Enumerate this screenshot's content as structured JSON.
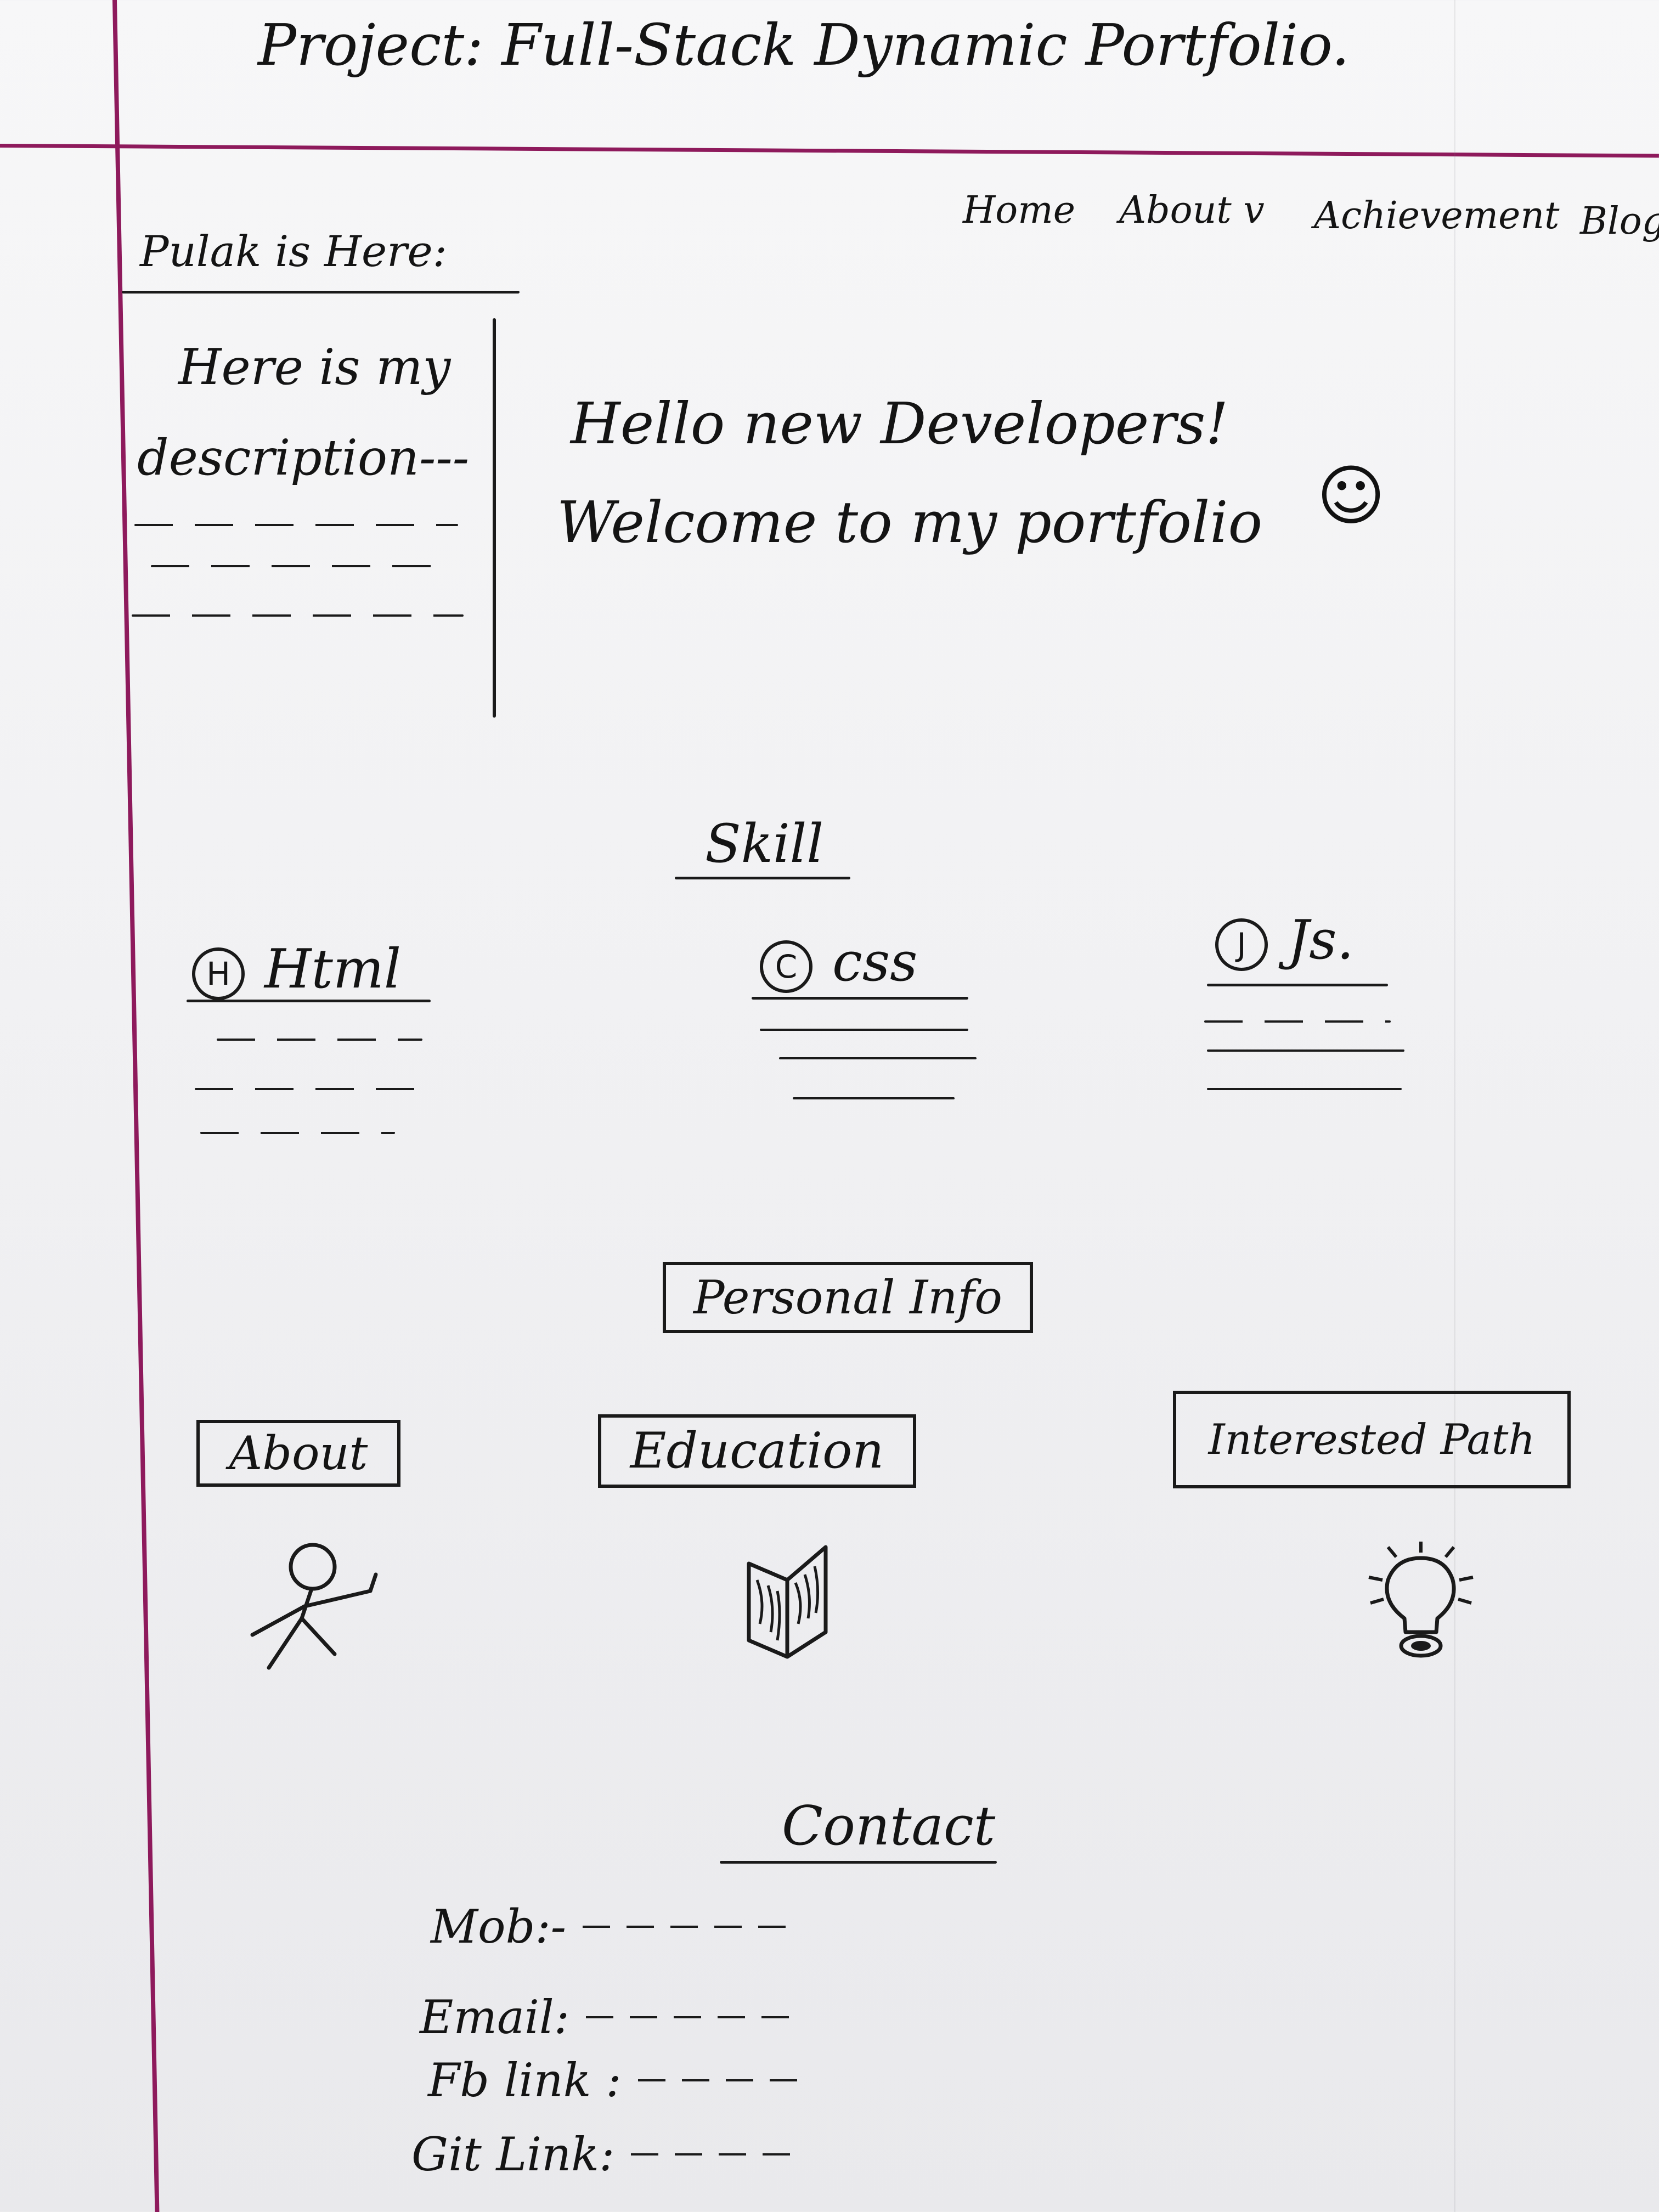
{
  "project_title": "Project: Full-Stack Dynamic Portfolio.",
  "sidebar": {
    "heading": "Pulak is Here:",
    "description_line1": "Here is my",
    "description_line2": "description---"
  },
  "nav": {
    "items": [
      {
        "label": "Home"
      },
      {
        "label": "About v"
      },
      {
        "label": "Achievement"
      },
      {
        "label": "Blog"
      }
    ]
  },
  "hero": {
    "line1": "Hello new Developers!",
    "line2": "Welcome to my portfolio",
    "emoji": "☺"
  },
  "skills": {
    "heading": "Skill",
    "items": [
      {
        "badge": "H",
        "label": "Html"
      },
      {
        "badge": "C",
        "label": "css"
      },
      {
        "badge": "J",
        "label": "Js."
      }
    ]
  },
  "personal_info": {
    "heading": "Personal Info",
    "cards": [
      {
        "label": "About",
        "icon": "stick-figure-icon"
      },
      {
        "label": "Education",
        "icon": "open-book-icon"
      },
      {
        "label": "Interested Path",
        "icon": "lightbulb-icon"
      }
    ]
  },
  "contact": {
    "heading": "Contact",
    "fields": [
      {
        "label": "Mob:-"
      },
      {
        "label": "Email:"
      },
      {
        "label": "Fb link :"
      },
      {
        "label": "Git Link:"
      }
    ]
  }
}
